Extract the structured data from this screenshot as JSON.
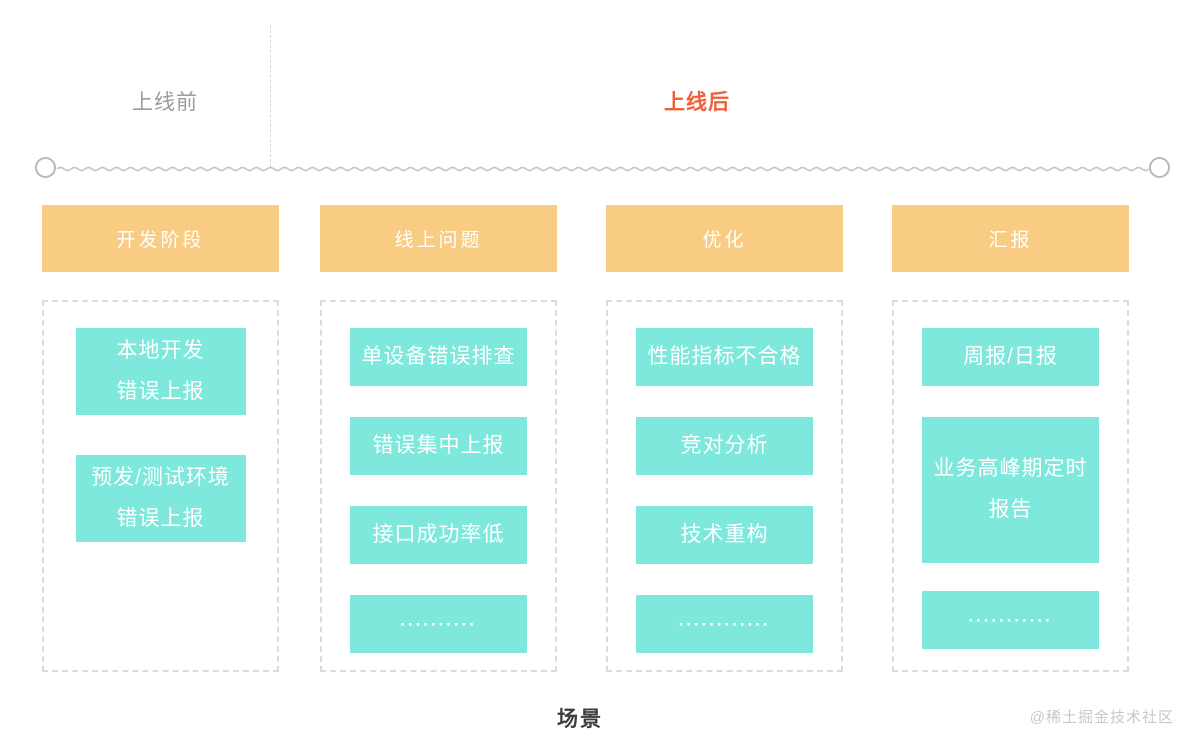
{
  "colors": {
    "header_bg": "#F9CC84",
    "item_bg": "#7DE8DB",
    "item_text": "#FFFFFF",
    "before_text": "#9C9C9C",
    "after_text": "#EE5F3A",
    "line": "#C6C6C6",
    "dashed_border": "#DBDBDB",
    "caption_text": "#3D3D3D",
    "watermark_text": "#C9C9C9"
  },
  "timeline": {
    "before_label": "上线前",
    "after_label": "上线后"
  },
  "columns": [
    {
      "header": "开发阶段",
      "items": [
        {
          "label": "本地开发\n错误上报"
        },
        {
          "label": "预发/测试环境\n错误上报"
        }
      ]
    },
    {
      "header": "线上问题",
      "items": [
        {
          "label": "单设备错误排查"
        },
        {
          "label": "错误集中上报"
        },
        {
          "label": "接口成功率低"
        },
        {
          "label": "··········"
        }
      ]
    },
    {
      "header": "优化",
      "items": [
        {
          "label": "性能指标不合格"
        },
        {
          "label": "竞对分析"
        },
        {
          "label": "技术重构"
        },
        {
          "label": "············"
        }
      ]
    },
    {
      "header": "汇报",
      "items": [
        {
          "label": "周报/日报"
        },
        {
          "label": "业务高峰期定时\n报告"
        },
        {
          "label": "···········"
        }
      ]
    }
  ],
  "footer": {
    "caption": "场景",
    "watermark": "@稀土掘金技术社区"
  }
}
